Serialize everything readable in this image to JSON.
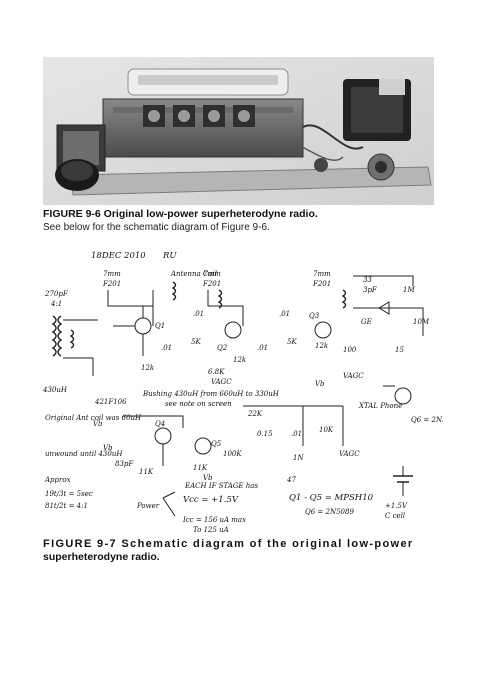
{
  "figure6": {
    "title": "FIGURE 9-6 Original low-power superheterodyne radio.",
    "subtitle": "See below for the schematic diagram of Figure 9-6."
  },
  "schematic": {
    "date": "18DEC 2010",
    "author": "RU",
    "labels": {
      "ant_cap": "270pF",
      "ratio": "4:1",
      "coil_430": "430uH",
      "f201_a": "F201",
      "f201_b": "F201",
      "f201_c": "F201",
      "ifcoil": "421F106",
      "mm7_a": "7mm",
      "mm7_b": "7mm",
      "mm7_c": "7mm",
      "ant_mod": "Antenna Coil",
      "r12k_a": "12k",
      "r12k_b": "12k",
      "r12k_c": "12k",
      "r5k_a": "5K",
      "r5k_b": "5K",
      "c01_a": ".01",
      "c01_b": ".01",
      "c01_c": ".01",
      "c01_d": ".01",
      "c01_e": ".01",
      "q1": "Q1",
      "q2": "Q2",
      "q3": "Q3",
      "q4": "Q4",
      "q5": "Q5",
      "q6": "Q6 = 2N5089",
      "vb_a": "Vb",
      "vb_b": "Vb",
      "vb_c": "Vb",
      "vb_d": "Vb",
      "vagc_a": "VAGC",
      "vagc_b": "VAGC",
      "vagc_c": "VAGC",
      "r6k8": "6.8K",
      "r100": "100",
      "c33": "33",
      "c15": "15",
      "tempf": "3pF",
      "r1m": "1M",
      "r10m": "10M",
      "r10k": "10K",
      "xtal": "XTAL Phone",
      "r22k": "22K",
      "r11k_a": "11K",
      "r11k_b": "11K",
      "r100k": "100K",
      "c1n": "1N",
      "c015": "0.15",
      "c83": "83pF",
      "orig_ant": "Original Ant coil was 60uH",
      "unwound": "unwound until 430uH",
      "approx": "Approx",
      "ratio1": "19t/3t = 5sec",
      "ratio2": "81t/2t = 4:1",
      "unit_a": "+1.5V",
      "unit_b": "C cell",
      "note_bushing": "Bushing 430uH from 660uH to 330uH",
      "note_see": "see note on screen",
      "note_each": "EACH IF STAGE has",
      "vcc": "Vcc = +1.5V",
      "power": "Power",
      "icc": "Icc = 156 uA max",
      "icc2": "To 125 uA",
      "q1q5": "Q1 - Q5 = MPSH10",
      "ge": "GE",
      "r47": "47"
    }
  },
  "figure7": {
    "title": "FIGURE 9-7 Schematic diagram of the original low-power",
    "subtitle": "superheterodyne radio."
  }
}
